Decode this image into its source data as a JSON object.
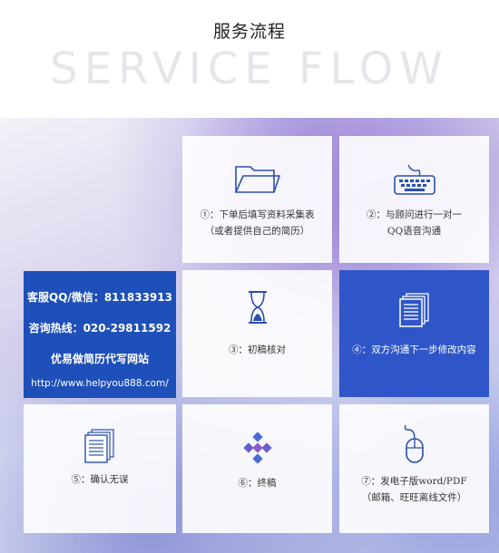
{
  "header": {
    "title": "服务流程",
    "subtitle": "SERVICE FLOW"
  },
  "steps": [
    {
      "id": "step1",
      "line1": "①：下单后填写资料采集表",
      "line2": "（或者提供自己的简历）",
      "icon": "folder-icon"
    },
    {
      "id": "step2",
      "line1": "②：与顾问进行一对一",
      "line2": "QQ语音沟通",
      "icon": "keyboard-icon"
    },
    {
      "id": "step3",
      "line1": "③：初稿核对",
      "line2": "",
      "icon": "hourglass-icon"
    },
    {
      "id": "step4",
      "line1": "④：双方沟通下一步修改内容",
      "line2": "",
      "icon": "documents-icon"
    },
    {
      "id": "step5",
      "line1": "⑤：确认无误",
      "line2": "",
      "icon": "documents-icon"
    },
    {
      "id": "step6",
      "line1": "⑥：终稿",
      "line2": "",
      "icon": "diamond-pattern-icon"
    },
    {
      "id": "step7",
      "line1": "⑦：发电子版word/PDF",
      "line2": "（邮箱、旺旺离线文件）",
      "icon": "mouse-icon"
    }
  ],
  "promo": {
    "qq": "客服QQ/微信：811833913",
    "phone": "咨询热线：020-29811592",
    "name": "优易做简历代写网站",
    "url": "http://www.helpyou888.com/"
  },
  "colors": {
    "accent": "#2f56c8",
    "promo_bg": "#1f4fb8",
    "icon": "#2a4fb0"
  }
}
